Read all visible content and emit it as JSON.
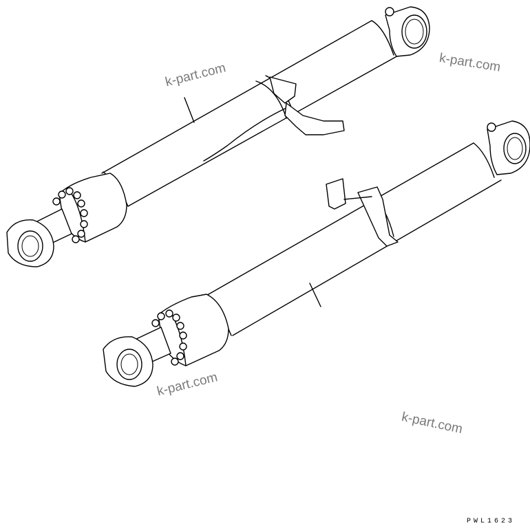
{
  "watermarks": [
    "k-part.com",
    "k-part.com",
    "k-part.com",
    "k-part.com"
  ],
  "drawing_code": "PWL1623",
  "colors": {
    "line": "#000000",
    "watermark": "#7a7a7a",
    "background": "#ffffff"
  }
}
